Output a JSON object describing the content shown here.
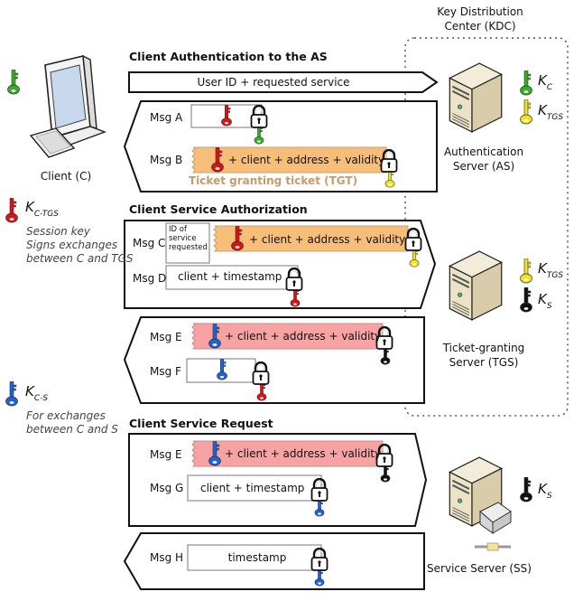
{
  "colors": {
    "key_green": "#33b021",
    "key_red": "#e01010",
    "key_yellow": "#f2e21a",
    "key_blue": "#1e62d8",
    "key_black": "#111111",
    "ticket_orange": "#f7be7a",
    "ticket_pink": "#f7a3a3",
    "tgt_caption": "#c79a6a",
    "kdc_border": "#555555"
  },
  "kdc": {
    "title_line1": "Key Distribution",
    "title_line2": "Center (KDC)"
  },
  "client": {
    "label": "Client (C)",
    "key_icon": "key-green"
  },
  "as_server": {
    "label_line1": "Authentication",
    "label_line2": "Server (AS)",
    "keys": [
      {
        "symbol": "K",
        "sub": "C",
        "color": "green"
      },
      {
        "symbol": "K",
        "sub": "TGS",
        "color": "yellow"
      }
    ]
  },
  "tgs_server": {
    "label_line1": "Ticket-granting",
    "label_line2": "Server (TGS)",
    "keys": [
      {
        "symbol": "K",
        "sub": "TGS",
        "color": "yellow"
      },
      {
        "symbol": "K",
        "sub": "S",
        "color": "black"
      }
    ]
  },
  "ss_server": {
    "label": "Service Server (SS)",
    "keys": [
      {
        "symbol": "K",
        "sub": "S",
        "color": "black"
      }
    ]
  },
  "legend": {
    "session_key": {
      "symbol": "K",
      "sub": "C-TGS",
      "color": "red",
      "lines": [
        "Session key",
        "Signs exchanges",
        "between C and TGS"
      ]
    },
    "service_key": {
      "symbol": "K",
      "sub": "C-S",
      "color": "blue",
      "lines": [
        "For exchanges",
        "between C and S"
      ]
    }
  },
  "sections": {
    "auth": {
      "title": "Client Authentication to the AS",
      "request": "User ID + requested service",
      "msg_a": {
        "label": "Msg A",
        "content_key": "red",
        "lock_key": "green"
      },
      "msg_b": {
        "label": "Msg B",
        "text": "+ client + address + validity",
        "content_key": "red",
        "lock_key": "yellow",
        "caption": "Ticket granting ticket (TGT)"
      }
    },
    "authorization": {
      "title": "Client Service Authorization",
      "msg_c": {
        "label": "Msg C",
        "id_text": "ID of service requested",
        "text": "+ client + address + validity",
        "content_key": "red",
        "lock_key": "yellow"
      },
      "msg_d": {
        "label": "Msg D",
        "text": "client + timestamp",
        "lock_key": "red"
      },
      "msg_e": {
        "label": "Msg E",
        "text": "+ client + address + validity",
        "content_key": "blue",
        "lock_key": "black"
      },
      "msg_f": {
        "label": "Msg F",
        "content_key": "blue",
        "lock_key": "red"
      }
    },
    "request": {
      "title": "Client Service Request",
      "msg_e": {
        "label": "Msg E",
        "text": "+ client + address + validity",
        "content_key": "blue",
        "lock_key": "black"
      },
      "msg_g": {
        "label": "Msg G",
        "text": "client + timestamp",
        "lock_key": "blue"
      },
      "msg_h": {
        "label": "Msg H",
        "text": "timestamp",
        "lock_key": "blue"
      }
    }
  }
}
